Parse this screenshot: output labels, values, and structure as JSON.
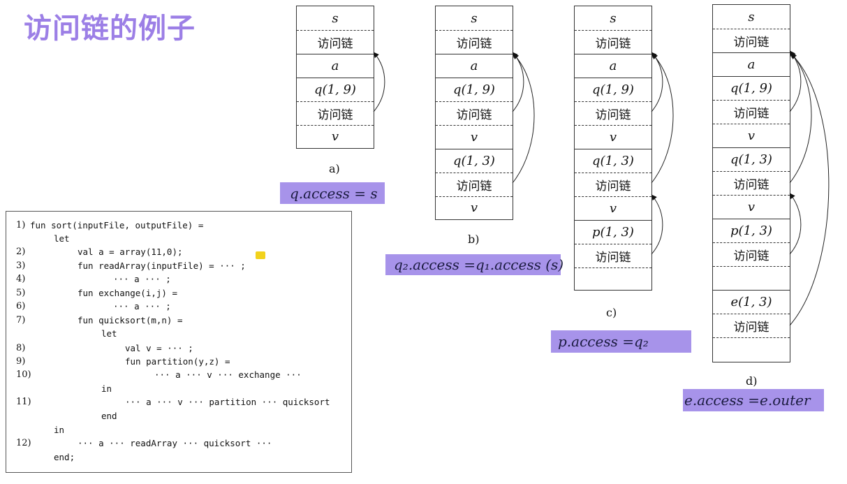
{
  "title": "访问链的例子",
  "cells": {
    "s": "s",
    "access_link": "访问链",
    "a": "a",
    "q19": "q(1, 9)",
    "v": "v",
    "q13": "q(1, 3)",
    "p13": "p(1, 3)",
    "e13": "e(1, 3)"
  },
  "captions": {
    "a": "a)",
    "b": "b)",
    "c": "c)",
    "d": "d)"
  },
  "highlights": {
    "a": "q.access = s",
    "b": "q₂.access =q₁.access (s)",
    "c": "p.access =q₂",
    "d": "e.access =e.outer"
  },
  "code": [
    {
      "num": "1)",
      "text": "fun sort(inputFile, outputFile) ="
    },
    {
      "num": "",
      "text": "let"
    },
    {
      "num": "2)",
      "text": "val a = array(11,0);"
    },
    {
      "num": "3)",
      "text": "fun readArray(inputFile) = ··· ;"
    },
    {
      "num": "4)",
      "text": "··· a ··· ;"
    },
    {
      "num": "5)",
      "text": "fun exchange(i,j) ="
    },
    {
      "num": "6)",
      "text": "··· a ··· ;"
    },
    {
      "num": "7)",
      "text": "fun quicksort(m,n) ="
    },
    {
      "num": "",
      "text": "let"
    },
    {
      "num": "8)",
      "text": "val v = ··· ;"
    },
    {
      "num": "9)",
      "text": "fun partition(y,z) ="
    },
    {
      "num": "10)",
      "text": "··· a ··· v ··· exchange ···"
    },
    {
      "num": "",
      "text": "in"
    },
    {
      "num": "11)",
      "text": "··· a ··· v ··· partition ··· quicksort"
    },
    {
      "num": "",
      "text": "end"
    },
    {
      "num": "",
      "text": "in"
    },
    {
      "num": "12)",
      "text": "··· a ··· readArray ··· quicksort ···"
    },
    {
      "num": "",
      "text": "end;"
    }
  ]
}
